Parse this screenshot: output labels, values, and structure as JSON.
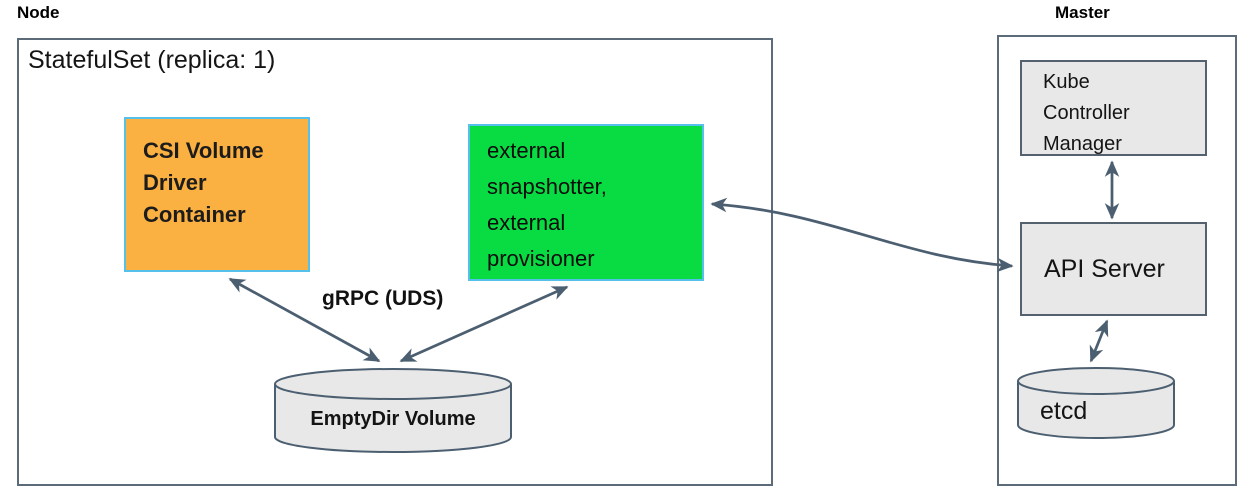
{
  "node": {
    "label": "Node",
    "statefulset_title": "StatefulSet (replica: 1)",
    "csi_box": {
      "lines": [
        "CSI Volume",
        "Driver",
        "Container"
      ],
      "fill_color": "#fbb042",
      "border_color": "#55c0ea"
    },
    "sidecar_box": {
      "lines": [
        "external",
        "snapshotter,",
        "external",
        "provisioner"
      ],
      "fill_color": "#09dc43",
      "border_color": "#55c0ea"
    },
    "grpc_label": "gRPC (UDS)",
    "emptydir_label": "EmptyDir Volume"
  },
  "master": {
    "label": "Master",
    "kcm_box": {
      "lines": [
        "Kube",
        "Controller",
        "Manager"
      ]
    },
    "api_server_label": "API Server",
    "etcd_label": "etcd"
  },
  "connections": [
    {
      "from": "CSI Volume Driver Container",
      "to": "EmptyDir Volume",
      "bidirectional": true,
      "label": "gRPC (UDS)"
    },
    {
      "from": "external snapshotter, external provisioner",
      "to": "EmptyDir Volume",
      "bidirectional": true,
      "label": "gRPC (UDS)"
    },
    {
      "from": "external snapshotter, external provisioner",
      "to": "API Server",
      "bidirectional": true,
      "label": ""
    },
    {
      "from": "Kube Controller Manager",
      "to": "API Server",
      "bidirectional": true,
      "label": ""
    },
    {
      "from": "API Server",
      "to": "etcd",
      "bidirectional": true,
      "label": ""
    }
  ],
  "colors": {
    "arrow": "#4c5f71",
    "outer_border": "#5b6b7a",
    "gray_fill": "#e8e8e8",
    "gray_border": "#54626f",
    "orange_fill": "#fbb042",
    "green_fill": "#09dc43",
    "cyan_border": "#55c0ea"
  }
}
